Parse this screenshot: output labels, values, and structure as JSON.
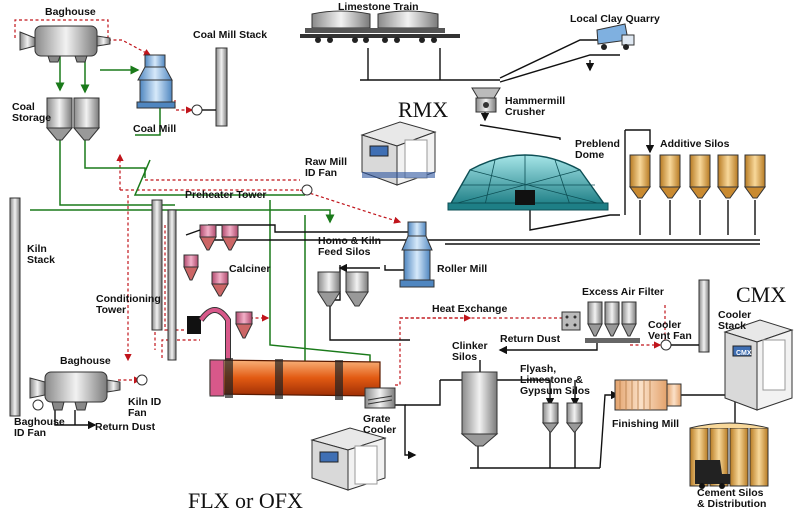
{
  "labels": {
    "baghouse_top": "Baghouse",
    "coal_mill_stack": "Coal Mill Stack",
    "coal_storage": "Coal\nStorage",
    "coal_mill": "Coal Mill",
    "limestone_train": "Limestone Train",
    "local_clay_quarry": "Local Clay Quarry",
    "hammermill_crusher": "Hammermill\nCrusher",
    "preblend_dome": "Preblend\nDome",
    "additive_silos": "Additive Silos",
    "raw_mill_id_fan": "Raw Mill\nID Fan",
    "preheater_tower": "Preheater Tower",
    "kiln_stack": "Kiln\nStack",
    "homo_kiln_feed_silos": "Homo & Kiln\nFeed Silos",
    "roller_mill": "Roller Mill",
    "calciner": "Calciner",
    "conditioning_tower": "Conditioning\nTower",
    "heat_exchange": "Heat Exchange",
    "excess_air_filter": "Excess Air Filter",
    "cooler_vent_fan": "Cooler\nVent Fan",
    "cooler_stack": "Cooler\nStack",
    "baghouse_bottom": "Baghouse",
    "return_dust_top": "Return Dust",
    "clinker_silos": "Clinker\nSilos",
    "flyash_silos": "Flyash,\nLimestone &\nGypsum Silos",
    "finishing_mill": "Finishing Mill",
    "kiln_id_fan": "Kiln ID\nFan",
    "baghouse_id_fan": "Baghouse\nID Fan",
    "return_dust_bottom": "Return Dust",
    "grate_cooler": "Grate\nCooler",
    "cement_silos": "Cement Silos\n& Distribution"
  },
  "product_labels": {
    "rmx": "RMX",
    "cmx": "CMX",
    "flx": "FLX or OFX",
    "cmx_badge": "CMX"
  },
  "colors": {
    "gas_flow": "#c0141b",
    "material_flow": "#1a7a1a",
    "conveyor": "#111111",
    "equipment_blue": "#9cc3e6",
    "kiln_orange": "#f07a30",
    "silo_tan": "#e9b15a",
    "dome_teal": "#2f9fa5"
  }
}
